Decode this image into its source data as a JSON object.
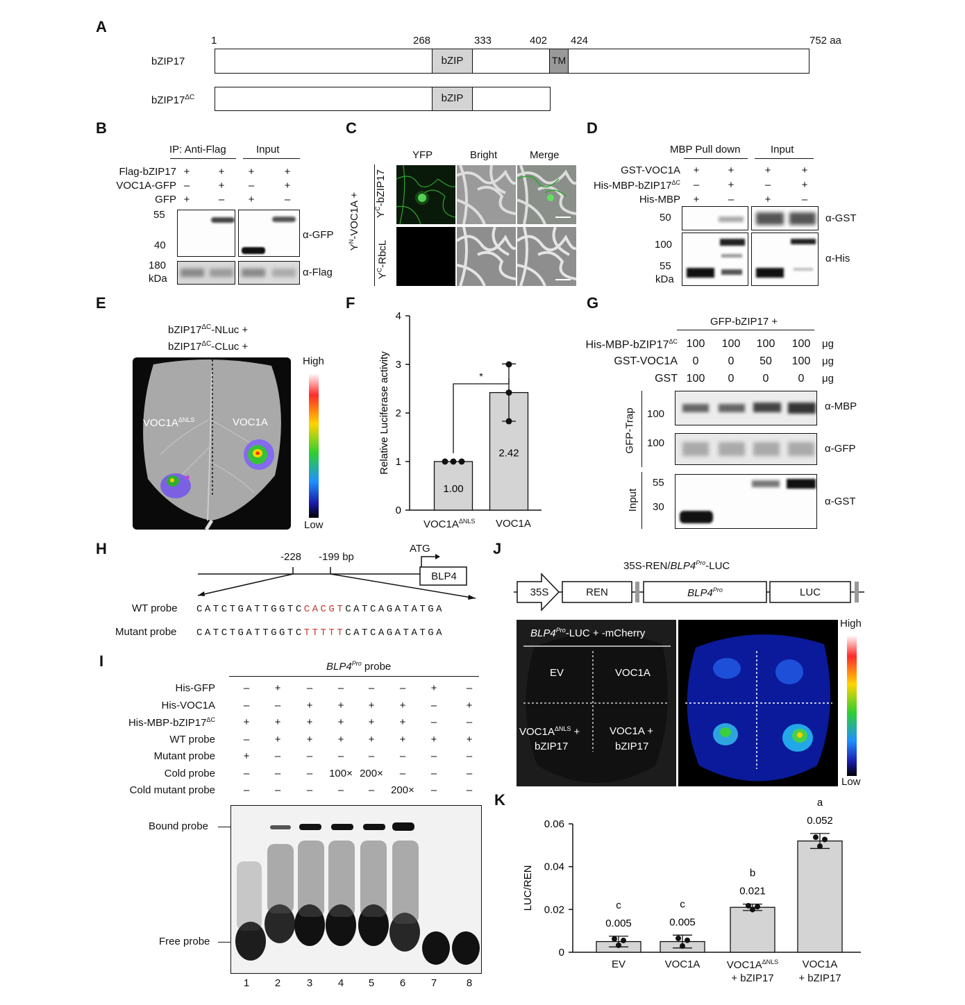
{
  "panels": {
    "A": "A",
    "B": "B",
    "C": "C",
    "D": "D",
    "E": "E",
    "F": "F",
    "G": "G",
    "H": "H",
    "I": "I",
    "J": "J",
    "K": "K"
  },
  "A": {
    "ticks": {
      "t1": "1",
      "t268": "268",
      "t333": "333",
      "t402": "402",
      "t424": "424",
      "t752": "752 aa"
    },
    "row1_name": "bZIP17",
    "row2_name": "bZIP17",
    "row2_sup": "ΔC",
    "bzip": "bZIP",
    "tm": "TM"
  },
  "B": {
    "ip": "IP: Anti-Flag",
    "input": "Input",
    "rows": [
      {
        "label": "Flag-bZIP17",
        "signs": [
          "+",
          "+",
          "+",
          "+"
        ]
      },
      {
        "label": "VOC1A-GFP",
        "signs": [
          "–",
          "+",
          "–",
          "+"
        ]
      },
      {
        "label": "GFP",
        "signs": [
          "+",
          "–",
          "+",
          "–"
        ]
      }
    ],
    "mw55": "55",
    "mw40": "40",
    "mw180": "180",
    "kda": "kDa",
    "ab1": "α-GFP",
    "ab2": "α-Flag"
  },
  "C": {
    "cols": [
      "YFP",
      "Bright",
      "Merge"
    ],
    "left_label": "Y",
    "left_label_sup": "N",
    "left_label_rest": "-VOC1A +",
    "row1": "Y",
    "row1_sup": "C",
    "row1_rest": "-bZIP17",
    "row2": "Y",
    "row2_sup": "C",
    "row2_rest": "-RbcL"
  },
  "D": {
    "pull": "MBP Pull down",
    "input": "Input",
    "rows": [
      {
        "label": "GST-VOC1A",
        "signs": [
          "+",
          "+",
          "+",
          "+"
        ]
      },
      {
        "label": "His-MBP-bZIP17",
        "sup": "ΔC",
        "signs": [
          "–",
          "+",
          "–",
          "+"
        ]
      },
      {
        "label": "His-MBP",
        "signs": [
          "+",
          "–",
          "+",
          "–"
        ]
      }
    ],
    "mw50": "50",
    "mw100": "100",
    "mw55": "55",
    "kda": "kDa",
    "ab1": "α-GST",
    "ab2": "α-His"
  },
  "E": {
    "l1": "bZIP17",
    "l1_sup": "ΔC",
    "l1_rest": "-NLuc +",
    "l2": "bZIP17",
    "l2_sup": "ΔC",
    "l2_rest": "-CLuc +",
    "left": "VOC1A",
    "left_sup": "ΔNLS",
    "right": "VOC1A",
    "high": "High",
    "low": "Low"
  },
  "F": {
    "chart_data": {
      "type": "bar",
      "categories": [
        "VOC1AΔNLS",
        "VOC1A"
      ],
      "values": [
        1.0,
        2.42
      ],
      "points": [
        [
          1.0,
          1.0,
          1.0
        ],
        [
          3.0,
          1.83,
          2.42
        ]
      ],
      "errors": [
        0,
        0.59
      ],
      "value_labels": [
        "1.00",
        "2.42"
      ],
      "ylabel": "Relative Luciferase activity",
      "ylim": [
        0,
        4
      ],
      "yticks": [
        "0",
        "1",
        "2",
        "3",
        "4"
      ],
      "significance": "*"
    },
    "cat1": "VOC1A",
    "cat1_sup": "ΔNLS",
    "cat2": "VOC1A"
  },
  "G": {
    "top": "GFP-bZIP17 +",
    "rows": [
      {
        "label": "His-MBP-bZIP17",
        "sup": "ΔC",
        "vals": [
          "100",
          "100",
          "100",
          "100"
        ],
        "unit": "μg"
      },
      {
        "label": "GST-VOC1A",
        "vals": [
          "0",
          "0",
          "50",
          "100"
        ],
        "unit": "μg"
      },
      {
        "label": "GST",
        "vals": [
          "100",
          "0",
          "0",
          "0"
        ],
        "unit": "μg"
      }
    ],
    "trap": "GFP-Trap",
    "input": "Input",
    "mw100a": "100",
    "mw100b": "100",
    "mw55": "55",
    "mw30": "30",
    "ab1": "α-MBP",
    "ab2": "α-GFP",
    "ab3": "α-GST"
  },
  "H": {
    "m228": "-228",
    "m199": "-199 bp",
    "atg": "ATG",
    "blp4": "BLP4",
    "wt_label": "WT probe",
    "mut_label": "Mutant probe",
    "wt_a": "CATCTGATTGGTC",
    "wt_b": "CACGT",
    "wt_c": "CATCAGATATGA",
    "mut_a": "CATCTGATTGGTC",
    "mut_b": "TTTTT",
    "mut_c": "CATCAGATATGA"
  },
  "I": {
    "title_a": "BLP4",
    "title_sup": "Pro",
    "title_b": " probe",
    "rows": [
      {
        "label": "His-GFP",
        "signs": [
          "–",
          "+",
          "–",
          "–",
          "–",
          "–",
          "+",
          "–"
        ]
      },
      {
        "label": "His-VOC1A",
        "signs": [
          "–",
          "–",
          "+",
          "+",
          "+",
          "+",
          "–",
          "+"
        ]
      },
      {
        "label": "His-MBP-bZIP17",
        "sup": "ΔC",
        "signs": [
          "+",
          "+",
          "+",
          "+",
          "+",
          "+",
          "–",
          "–"
        ]
      },
      {
        "label": "WT probe",
        "signs": [
          "–",
          "+",
          "+",
          "+",
          "+",
          "+",
          "+",
          "+"
        ]
      },
      {
        "label": "Mutant probe",
        "signs": [
          "+",
          "–",
          "–",
          "–",
          "–",
          "–",
          "–",
          "–"
        ]
      },
      {
        "label": "Cold probe",
        "signs": [
          "–",
          "–",
          "–",
          "100×",
          "200×",
          "–",
          "–",
          "–"
        ]
      },
      {
        "label": "Cold mutant probe",
        "signs": [
          "–",
          "–",
          "–",
          "–",
          "–",
          "200×",
          "–",
          "–"
        ]
      }
    ],
    "bound": "Bound probe",
    "free": "Free probe",
    "lanes": [
      "1",
      "2",
      "3",
      "4",
      "5",
      "6",
      "7",
      "8"
    ]
  },
  "J": {
    "title_a": "35S-REN/",
    "title_b": "BLP4",
    "title_sup": "Pro",
    "title_c": "-LUC",
    "p35s": "35S",
    "ren": "REN",
    "blp4": "BLP4",
    "blp4_sup": "Pro",
    "luc": "LUC",
    "leaf_title_a": "BLP4",
    "leaf_title_sup": "Pro",
    "leaf_title_b": "-LUC + -mCherry",
    "q1": "EV",
    "q2": "VOC1A",
    "q3a": "VOC1A",
    "q3_sup": "ΔNLS",
    "q3b": " +",
    "q3c": "bZIP17",
    "q4a": "VOC1A +",
    "q4b": "bZIP17",
    "high": "High",
    "low": "Low"
  },
  "K": {
    "chart_data": {
      "type": "bar",
      "categories": [
        "EV",
        "VOC1A",
        "VOC1AΔNLS + bZIP17",
        "VOC1A + bZIP17"
      ],
      "values": [
        0.005,
        0.005,
        0.021,
        0.052
      ],
      "value_labels": [
        "0.005",
        "0.005",
        "0.021",
        "0.052"
      ],
      "letters": [
        "c",
        "c",
        "b",
        "a"
      ],
      "errors": [
        0.0025,
        0.003,
        0.0015,
        0.0035
      ],
      "ylabel": "LUC/REN",
      "ylim": [
        0,
        0.06
      ],
      "yticks": [
        "0",
        "0.02",
        "0.04",
        "0.06"
      ]
    },
    "xl1": "EV",
    "xl2": "VOC1A",
    "xl3a": "VOC1A",
    "xl3_sup": "ΔNLS",
    "xl3b": "+ bZIP17",
    "xl4a": "VOC1A",
    "xl4b": "+ bZIP17"
  }
}
